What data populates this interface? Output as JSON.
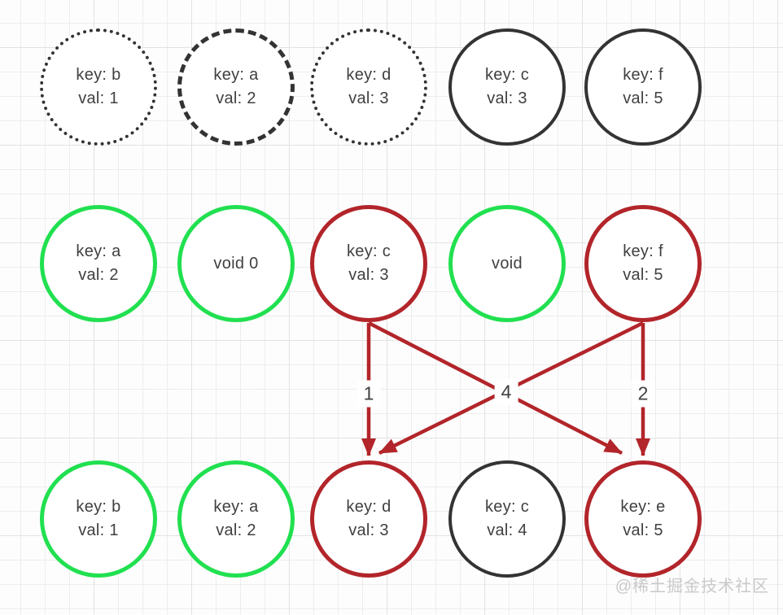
{
  "diagram": {
    "rows": [
      {
        "nodes": [
          {
            "line1": "key: b",
            "line2": "val: 1"
          },
          {
            "line1": "key: a",
            "line2": "val: 2"
          },
          {
            "line1": "key: d",
            "line2": "val: 3"
          },
          {
            "line1": "key: c",
            "line2": "val: 3"
          },
          {
            "line1": "key: f",
            "line2": "val: 5"
          }
        ]
      },
      {
        "nodes": [
          {
            "line1": "key: a",
            "line2": "val: 2"
          },
          {
            "line1": "void 0",
            "line2": ""
          },
          {
            "line1": "key: c",
            "line2": "val: 3"
          },
          {
            "line1": "void",
            "line2": ""
          },
          {
            "line1": "key: f",
            "line2": "val: 5"
          }
        ]
      },
      {
        "nodes": [
          {
            "line1": "key: b",
            "line2": "val: 1"
          },
          {
            "line1": "key: a",
            "line2": "val: 2"
          },
          {
            "line1": "key: d",
            "line2": "val: 3"
          },
          {
            "line1": "key: c",
            "line2": "val: 4"
          },
          {
            "line1": "key: e",
            "line2": "val: 5"
          }
        ]
      }
    ],
    "edges": [
      {
        "label": "1"
      },
      {
        "label": "4"
      },
      {
        "label": "2"
      }
    ],
    "colors": {
      "green": "#21e050",
      "red": "#b2252a",
      "black": "#333333"
    },
    "watermark": "@稀土掘金技术社区"
  }
}
